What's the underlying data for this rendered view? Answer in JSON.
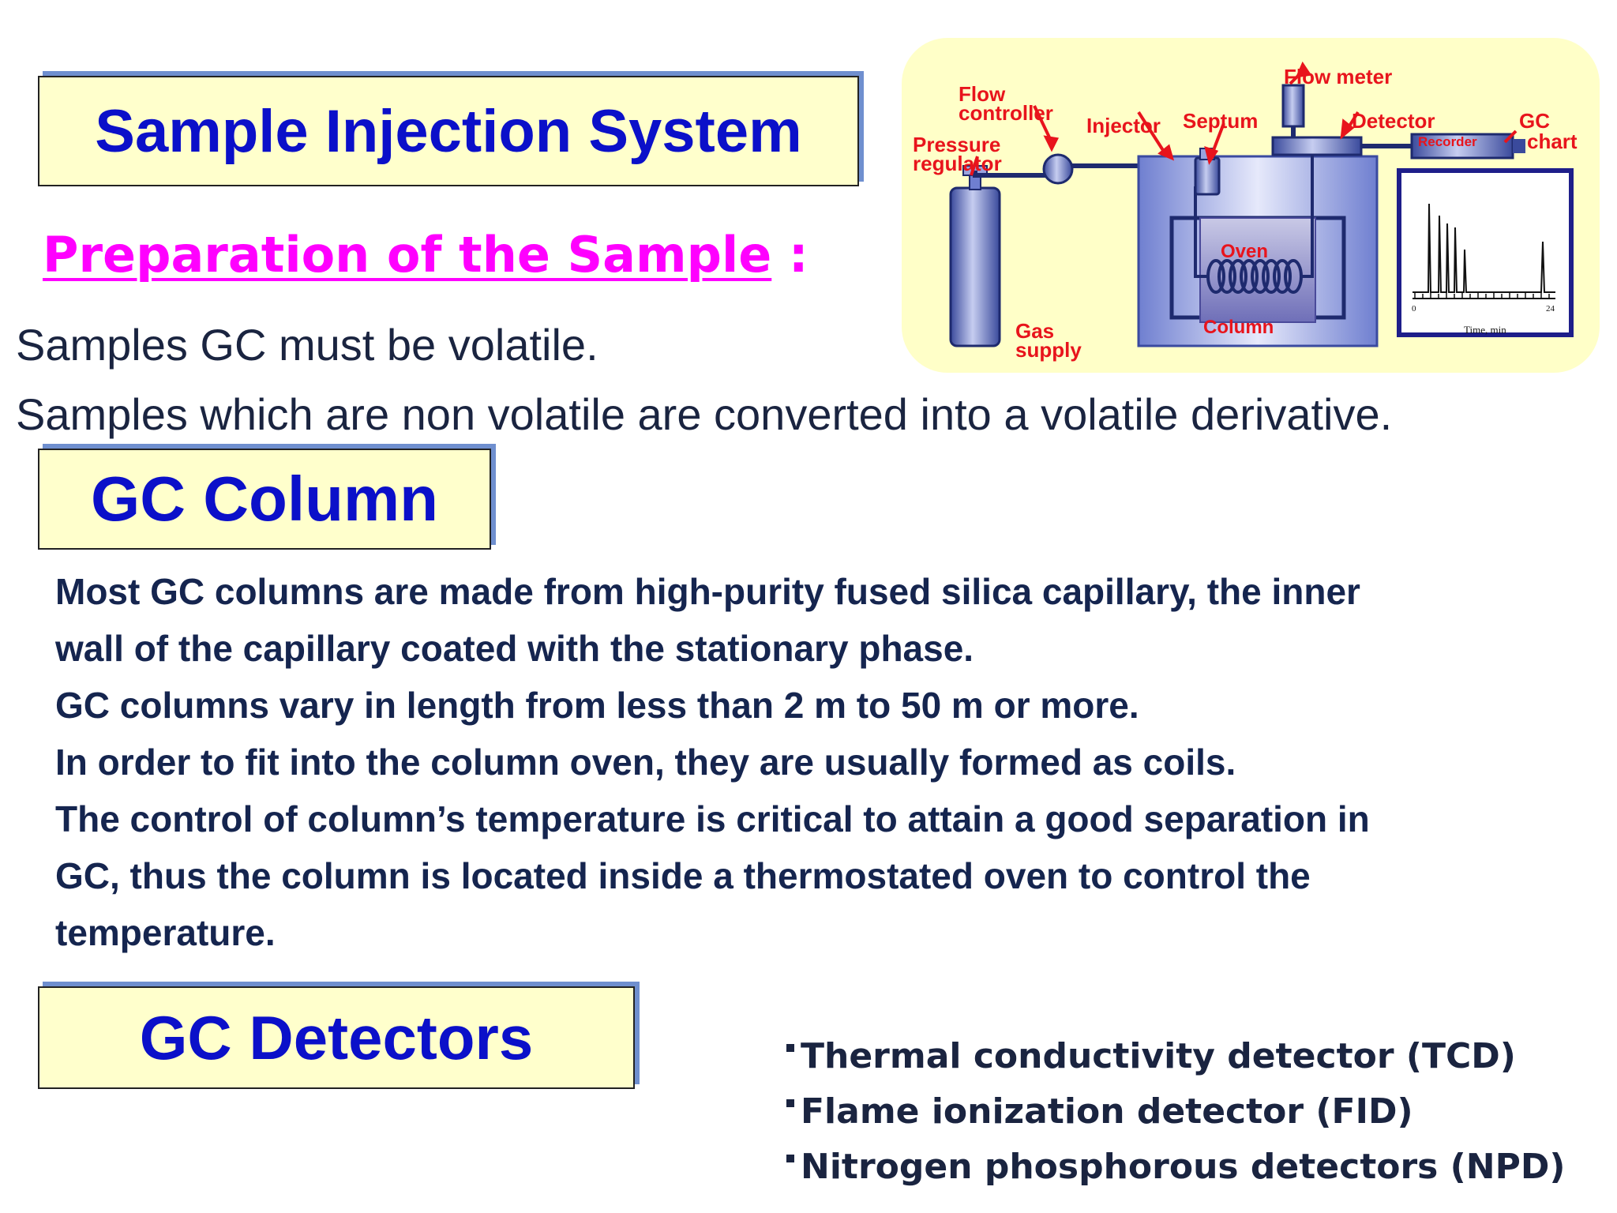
{
  "injection": {
    "title": "Sample Injection System",
    "prep_heading": "Preparation of the Sample",
    "prep_colon": " :",
    "lines": [
      "Samples GC must be volatile.",
      "Samples which are non volatile are converted into a volatile derivative."
    ]
  },
  "diagram": {
    "labels": {
      "flow_controller_1": "Flow",
      "flow_controller_2": "controller",
      "pressure_regulator_1": "Pressure",
      "pressure_regulator_2": "regulator",
      "injector": "Injector",
      "septum": "Septum",
      "flow_meter": "Flow meter",
      "detector": "Detector",
      "gc_chart_1": "GC",
      "gc_chart_2": "chart",
      "recorder": "Recorder",
      "oven": "Oven",
      "column": "Column",
      "gas_supply_1": "Gas",
      "gas_supply_2": "supply",
      "axis_start": "0",
      "axis_end": "24",
      "axis_title": "Time, min"
    }
  },
  "column": {
    "title": "GC Column",
    "paragraph_lines": [
      "Most GC columns are made from high-purity fused silica capillary, the inner",
      "wall of the capillary coated with the stationary phase.",
      "GC columns vary in length from less than 2 m to 50 m or more.",
      "In order to fit into the column oven, they are usually formed as coils.",
      "The control of column’s temperature is critical to attain a good separation in",
      "GC, thus the column is located inside a thermostated oven to control the",
      "temperature."
    ]
  },
  "detectors": {
    "title": "GC Detectors",
    "items": [
      "Thermal conductivity detector (TCD)",
      "Flame ionization detector (FID)",
      "Nitrogen phosphorous detectors (NPD)"
    ]
  },
  "colors": {
    "title_text": "#0b10c9",
    "title_box_bg": "#ffffcc",
    "heading_magenta": "#ff00ff",
    "body_text": "#15254f",
    "diagram_label": "#e8141c",
    "diagram_bg": "#ffffc8"
  }
}
